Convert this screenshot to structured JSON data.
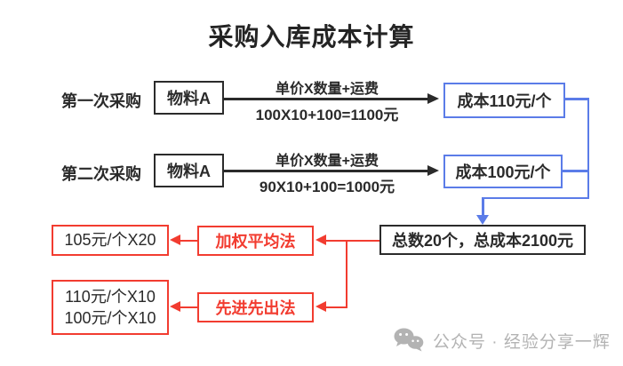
{
  "title": "采购入库成本计算",
  "colors": {
    "accent_blue": "#5b7ce8",
    "accent_red": "#f23c30",
    "line_black": "#2b2b2b",
    "watermark_gray": "#b3b3b3"
  },
  "rows": [
    {
      "label": "第一次采购",
      "material": "物料A",
      "formula_top": "单价X数量+运费",
      "formula_bottom": "100X10+100=1100元",
      "result": "成本110元/个"
    },
    {
      "label": "第二次采购",
      "material": "物料A",
      "formula_top": "单价X数量+运费",
      "formula_bottom": "90X10+100=1000元",
      "result": "成本100元/个"
    }
  ],
  "total_box": "总数20个，总成本2100元",
  "methods": [
    {
      "name": "加权平均法",
      "result_lines": [
        "105元/个X20"
      ]
    },
    {
      "name": "先进先出法",
      "result_lines": [
        "110元/个X10",
        "100元/个X10"
      ]
    }
  ],
  "watermark": {
    "icon": "wechat-icon",
    "text": "公众号 · 经验分享一辉"
  }
}
